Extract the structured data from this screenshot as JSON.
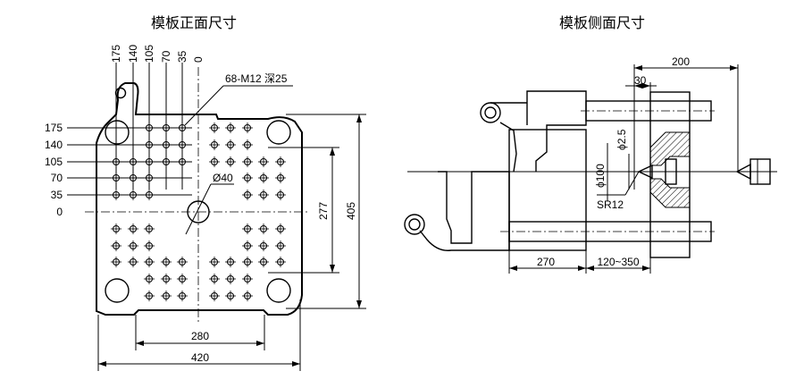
{
  "front_view": {
    "title": "模板正面尺寸",
    "top_labels": [
      "175",
      "140",
      "105",
      "70",
      "35",
      "0"
    ],
    "left_labels": [
      "175",
      "140",
      "105",
      "70",
      "35",
      "0"
    ],
    "callout_holes": "68-M12  深25",
    "callout_center": "Ø40",
    "dim_inner_height": "277",
    "dim_outer_height": "405",
    "dim_inner_width": "280",
    "dim_outer_width": "420"
  },
  "side_view": {
    "title": "模板侧面尺寸",
    "dim_top": "200",
    "dim_offset": "30",
    "dim_phi": "ϕ2.5",
    "dim_dia": "ϕ100",
    "dim_sr": "SR12",
    "dim_bottom_left": "270",
    "dim_bottom_right": "120~350"
  }
}
